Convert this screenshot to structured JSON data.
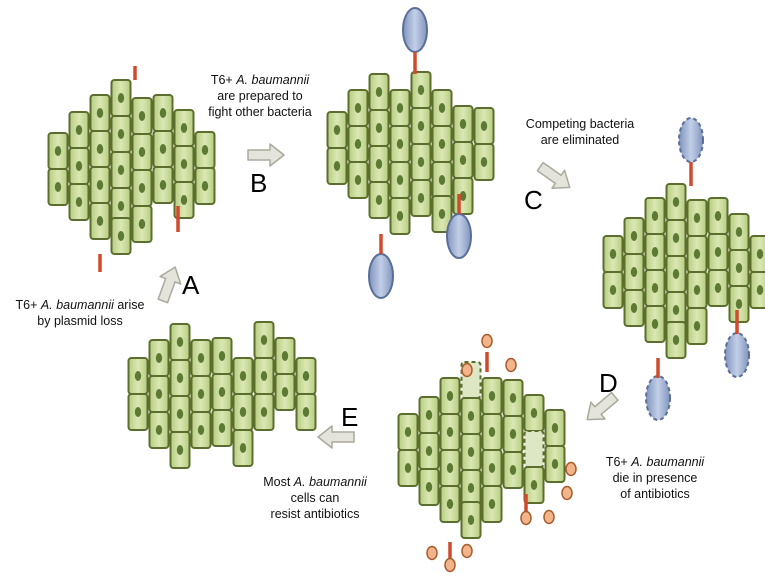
{
  "diagram": {
    "colors": {
      "cell_fill": "#c9d99a",
      "cell_border": "#5b6e2e",
      "nucleus": "#5d7a35",
      "spike": "#d14a2d",
      "prey_fill": "#9fb2d6",
      "prey_border": "#5a6e99",
      "antibiotic_fill": "#f2b48a",
      "antibiotic_border": "#a85b2b",
      "arrow_fill": "#e4e4dc",
      "arrow_border": "#a9a99c"
    },
    "steps": [
      {
        "letter": "B",
        "caption": {
          "prefix": "T6+ ",
          "italic": "A. baumannii",
          "lines": [
            "are prepared to",
            "fight other bacteria"
          ]
        }
      },
      {
        "letter": "C",
        "caption": {
          "lines": [
            "Competing bacteria",
            "are eliminated"
          ]
        }
      },
      {
        "letter": "D",
        "caption": {
          "prefix": "T6+ ",
          "italic": "A. baumannii",
          "lines": [
            "die in presence",
            "of antibiotics"
          ]
        }
      },
      {
        "letter": "E",
        "caption": {
          "line1_prefix": "Most ",
          "italic": "A. baumannii",
          "lines": [
            "cells can",
            "resist antibiotics"
          ]
        }
      },
      {
        "letter": "A",
        "caption": {
          "prefix": "T6+ ",
          "italic": "A. baumannii",
          "suffix": " arise",
          "lines": [
            "by plasmid loss"
          ]
        }
      }
    ]
  }
}
